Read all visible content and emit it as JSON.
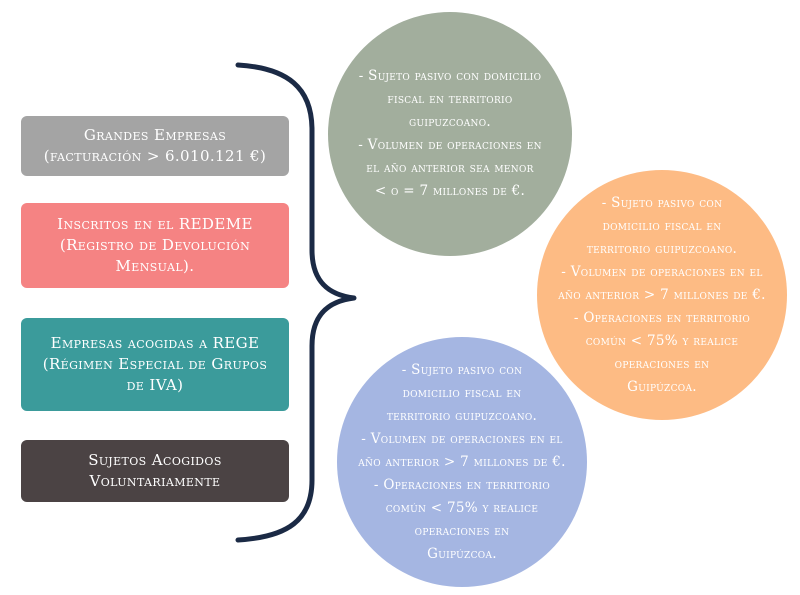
{
  "boxes": [
    {
      "lines": [
        "Grandes Empresas",
        "(facturación > 6.010.121 €)"
      ],
      "color": "#a4a4a4"
    },
    {
      "lines": [
        "Inscritos en el REDEME",
        "(Registro de Devolución",
        "Mensual)."
      ],
      "color": "#f58383"
    },
    {
      "lines": [
        "Empresas acogidas a REGE",
        "(Régimen Especial de Grupos",
        "de IVA)"
      ],
      "color": "#3b9b9b"
    },
    {
      "lines": [
        "Sujetos Acogidos",
        "Voluntariamente"
      ],
      "color": "#4b4344"
    }
  ],
  "brace": {
    "color": "#1b2a45"
  },
  "circles": [
    {
      "color": "#a2ae9d",
      "lines": [
        "- Sujeto pasivo con domicilio",
        "fiscal en territorio",
        "guipuzcoano.",
        "- Volumen de operaciones en",
        "el año anterior sea menor",
        "< o = 7 millones de €."
      ]
    },
    {
      "color": "#fdbb84",
      "lines": [
        "- Sujeto pasivo con",
        "domicilio fiscal en",
        "territorio guipuzcoano.",
        "- Volumen de operaciones en el",
        "año anterior > 7 millones de €.",
        "- Operaciones en territorio",
        "común < 75% y realice",
        "operaciones en",
        "Guipúzcoa."
      ]
    },
    {
      "color": "#a5b6e2",
      "lines": [
        "- Sujeto pasivo con",
        "domicilio fiscal en",
        "territorio guipuzcoano.",
        "- Volumen de operaciones en el",
        "año anterior > 7 millones de €.",
        "- Operaciones en territorio",
        "común < 75% y realice",
        "operaciones en",
        "Guipúzcoa."
      ]
    }
  ]
}
